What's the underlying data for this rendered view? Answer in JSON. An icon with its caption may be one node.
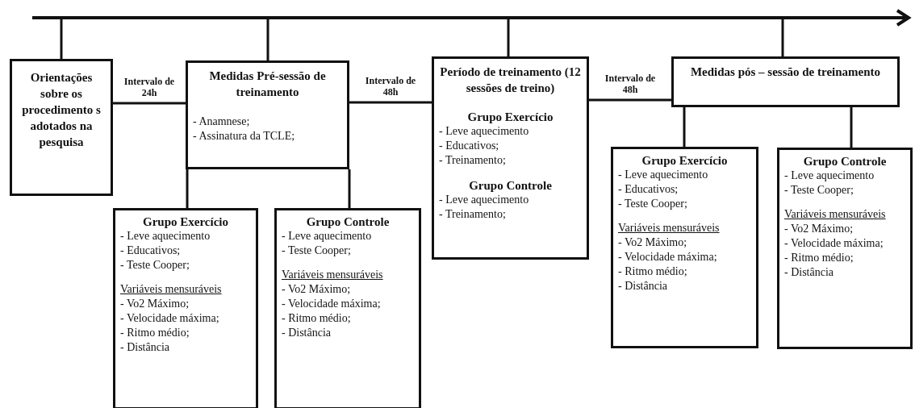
{
  "diagram": {
    "nodes": [
      {
        "text": [],
        "shape": "bar"
      },
      {
        "text": [
          "Orientações sobre os procedimento s adotados na pesquisa"
        ]
      },
      {
        "text": [
          "Medidas Pré-sessão de treinamento",
          "- Anamnese;",
          "- Assinatura da TCLE;"
        ]
      },
      {
        "text": [
          "Grupo Exercício",
          "- Leve aquecimento",
          "- Educativos;",
          "- Teste Cooper;",
          "Variáveis mensuráveis",
          "- Vo2 Máximo;",
          "- Velocidade máxima;",
          "- Ritmo médio;",
          "- Distância"
        ]
      },
      {
        "text": [
          "Grupo Controle",
          "- Leve aquecimento",
          "- Teste Cooper;",
          "Variáveis mensuráveis",
          "- Vo2 Máximo;",
          "- Velocidade máxima;",
          "- Ritmo médio;",
          "- Distância"
        ]
      },
      {
        "text": [
          "Período de treinamento (12 sessões de treino)",
          "Grupo Exercício",
          "- Leve aquecimento",
          "- Educativos;",
          "- Treinamento;",
          "Grupo Controle",
          "- Leve aquecimento",
          "- Treinamento;"
        ]
      },
      {
        "text": [
          "Medidas pós – sessão de treinamento"
        ]
      },
      {
        "text": [
          "Grupo Exercício",
          "- Leve aquecimento",
          "- Educativos;",
          "- Teste Cooper;",
          "Variáveis mensuráveis",
          "- Vo2 Máximo;",
          "- Velocidade máxima;",
          "- Ritmo médio;",
          "- Distância"
        ]
      },
      {
        "text": [
          "Grupo Controle",
          "- Leve aquecimento",
          "- Teste Cooper;",
          "Variáveis mensuráveis",
          "- Vo2 Máximo;",
          "- Velocidade máxima;",
          "- Ritmo médio;",
          "- Distância"
        ]
      }
    ],
    "edges": [
      {
        "from": 0,
        "to": 1,
        "arrow": "none"
      },
      {
        "from": 0,
        "to": 2,
        "arrow": "none"
      },
      {
        "from": 0,
        "to": 5,
        "arrow": "none"
      },
      {
        "from": 0,
        "to": 6,
        "arrow": "none"
      },
      {
        "from": 1,
        "to": 2,
        "arrow": "none",
        "label": "Intervalo de 24h"
      },
      {
        "from": 2,
        "to": 5,
        "arrow": "none",
        "label": "Intervalo de 48h"
      },
      {
        "from": 5,
        "to": 6,
        "arrow": "none",
        "label": "Intervalo de 48h"
      },
      {
        "from": 2,
        "to": 3,
        "arrow": "none"
      },
      {
        "from": 2,
        "to": 4,
        "arrow": "none"
      },
      {
        "from": 6,
        "to": 7,
        "arrow": "none"
      },
      {
        "from": 6,
        "to": 8,
        "arrow": "none"
      }
    ]
  }
}
